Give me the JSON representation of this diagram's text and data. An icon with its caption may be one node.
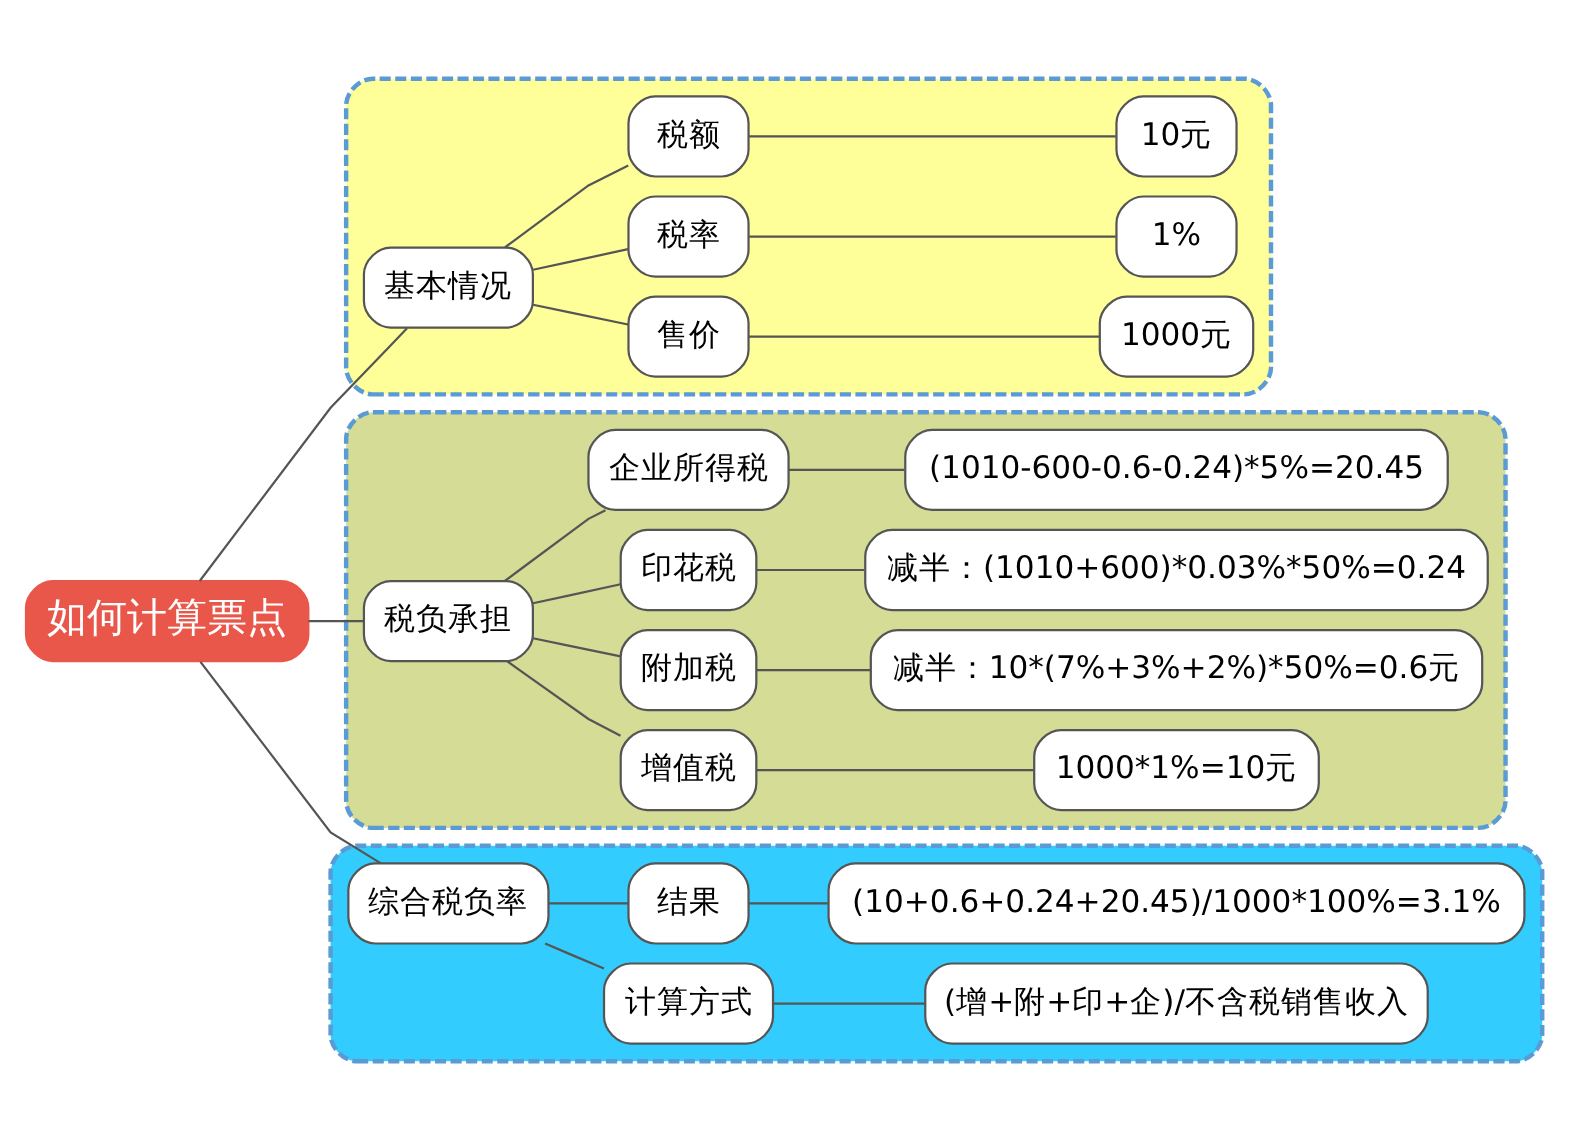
{
  "diagram": {
    "nodes": [
      {
        "text": [
          "如何计算票点"
        ]
      },
      {
        "text": [],
        "shape": "box"
      },
      {
        "text": [
          "基本情况"
        ],
        "in": 1
      },
      {
        "text": [
          "售价"
        ],
        "in": 1
      },
      {
        "text": [
          "1000元"
        ],
        "in": 1
      },
      {
        "text": [
          "税率"
        ],
        "in": 1
      },
      {
        "text": [
          "1%"
        ],
        "in": 1
      },
      {
        "text": [
          "税额"
        ],
        "in": 1
      },
      {
        "text": [
          "10元"
        ],
        "in": 1
      },
      {
        "text": [],
        "shape": "box"
      },
      {
        "text": [
          "税负承担"
        ],
        "in": 9
      },
      {
        "text": [
          "增值税"
        ],
        "in": 9
      },
      {
        "text": [
          "1000*1%=10元"
        ],
        "in": 9
      },
      {
        "text": [
          "附加税"
        ],
        "in": 9
      },
      {
        "text": [
          "减半：10*(7%+3%+2%)*50%=0.6元"
        ],
        "in": 9
      },
      {
        "text": [
          "印花税"
        ],
        "in": 9
      },
      {
        "text": [
          "减半：(1010+600)*0.03%*50%=0.24"
        ],
        "in": 9
      },
      {
        "text": [
          "企业所得税"
        ],
        "in": 9
      },
      {
        "text": [
          "(1010-600-0.6-0.24)*5%=20.45"
        ],
        "in": 9
      },
      {
        "text": [],
        "shape": "box"
      },
      {
        "text": [
          "综合税负率"
        ],
        "in": 19
      },
      {
        "text": [
          "计算方式"
        ],
        "in": 19
      },
      {
        "text": [
          "(增+附+印+企)/不含税销售收入"
        ],
        "in": 19
      },
      {
        "text": [
          "结果"
        ],
        "in": 19
      },
      {
        "text": [
          "(10+0.6+0.24+20.45)/1000*100%=3.1%"
        ],
        "in": 19
      }
    ],
    "edges": [
      {
        "from": 0,
        "to": 2,
        "arrow": "none"
      },
      {
        "from": 0,
        "to": 10,
        "arrow": "none"
      },
      {
        "from": 0,
        "to": 20,
        "arrow": "none"
      },
      {
        "from": 2,
        "to": 3,
        "arrow": "none"
      },
      {
        "from": 2,
        "to": 5,
        "arrow": "none"
      },
      {
        "from": 2,
        "to": 7,
        "arrow": "none"
      },
      {
        "from": 3,
        "to": 4,
        "arrow": "none"
      },
      {
        "from": 5,
        "to": 6,
        "arrow": "none"
      },
      {
        "from": 7,
        "to": 8,
        "arrow": "none"
      },
      {
        "from": 10,
        "to": 11,
        "arrow": "none"
      },
      {
        "from": 10,
        "to": 13,
        "arrow": "none"
      },
      {
        "from": 10,
        "to": 15,
        "arrow": "none"
      },
      {
        "from": 10,
        "to": 17,
        "arrow": "none"
      },
      {
        "from": 11,
        "to": 12,
        "arrow": "none"
      },
      {
        "from": 13,
        "to": 14,
        "arrow": "none"
      },
      {
        "from": 15,
        "to": 16,
        "arrow": "none"
      },
      {
        "from": 17,
        "to": 18,
        "arrow": "none"
      },
      {
        "from": 20,
        "to": 21,
        "arrow": "none"
      },
      {
        "from": 20,
        "to": 23,
        "arrow": "none"
      },
      {
        "from": 21,
        "to": 22,
        "arrow": "none"
      },
      {
        "from": 23,
        "to": 24,
        "arrow": "none"
      }
    ]
  }
}
